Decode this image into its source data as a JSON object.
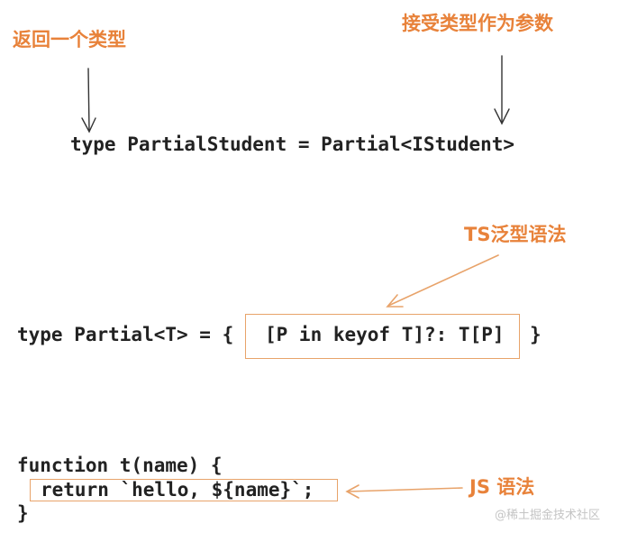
{
  "annotations": {
    "returns_type": "返回一个类型",
    "accepts_type_param": "接受类型作为参数",
    "ts_generic_syntax": "TS泛型语法",
    "js_syntax": "JS 语法"
  },
  "code": {
    "partial_student_line": "type PartialStudent = Partial<IStudent>",
    "partial_def_prefix": "type Partial<T> = {",
    "partial_def_mapped": "[P in keyof T]?: T[P]",
    "partial_def_suffix": "}",
    "function_line": "function t(name) {",
    "return_line": "return `hello, ${name}`;",
    "closing_brace": "}"
  },
  "watermark": "@稀土掘金技术社区",
  "colors": {
    "annotation": "#e8823a",
    "box_border": "#e8a36a",
    "code_text": "#222222",
    "arrow_dark": "#333333"
  }
}
